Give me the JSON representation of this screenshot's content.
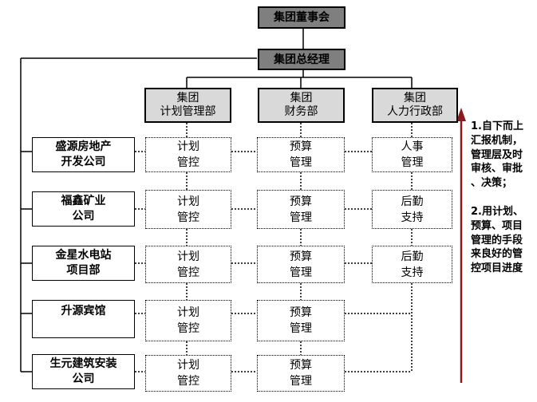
{
  "top": {
    "board": "集团董事会",
    "gm": "集团总经理"
  },
  "departments": [
    {
      "line1": "集团",
      "line2": "计划管理部"
    },
    {
      "line1": "集团",
      "line2": "财务部"
    },
    {
      "line1": "集团",
      "line2": "人力行政部"
    }
  ],
  "subsidiaries": [
    {
      "line1": "盛源房地产",
      "line2": "开发公司"
    },
    {
      "line1": "福鑫矿业",
      "line2": "公司"
    },
    {
      "line1": "金星水电站",
      "line2": "项目部"
    },
    {
      "line1": "升源宾馆",
      "line2": ""
    },
    {
      "line1": "生元建筑安装",
      "line2": "公司"
    }
  ],
  "grid": {
    "plan": [
      {
        "line1": "计划",
        "line2": "管控"
      },
      {
        "line1": "计划",
        "line2": "管控"
      },
      {
        "line1": "计划",
        "line2": "管控"
      },
      {
        "line1": "计划",
        "line2": "管控"
      },
      {
        "line1": "计划",
        "line2": "管控"
      }
    ],
    "finance": [
      {
        "line1": "预算",
        "line2": "管理"
      },
      {
        "line1": "预算",
        "line2": "管理"
      },
      {
        "line1": "预算",
        "line2": "管理"
      },
      {
        "line1": "预算",
        "line2": "管理"
      },
      {
        "line1": "预算",
        "line2": "管理"
      }
    ],
    "hr": [
      {
        "line1": "人事",
        "line2": "管理"
      },
      {
        "line1": "后勤",
        "line2": "支持"
      },
      {
        "line1": "后勤",
        "line2": "支持"
      }
    ]
  },
  "notes": {
    "note1": [
      "1.自下而上",
      "汇报机制，",
      "管理层及时",
      "审核、审批",
      "、决策；"
    ],
    "note2": [
      "2.用计划、",
      "预算、项目",
      "管理的手段",
      "来良好的管",
      "控项目进度"
    ]
  },
  "colors": {
    "top_box": "#7f7f7f",
    "dept_box": "#d9d9d9",
    "arrow": "#8b1a1a"
  }
}
